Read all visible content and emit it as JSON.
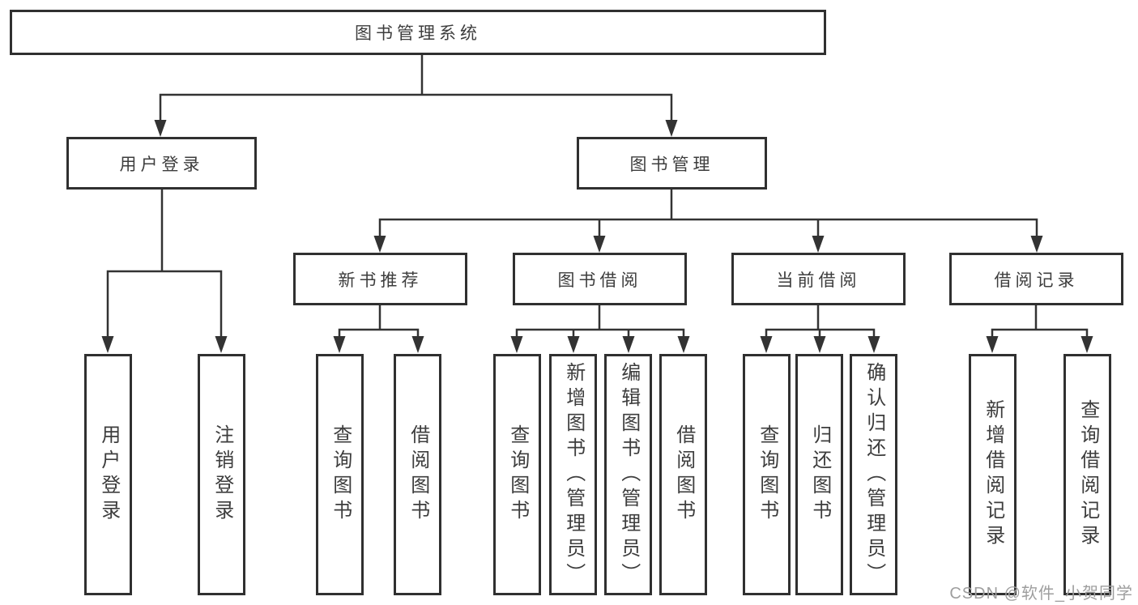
{
  "diagram": {
    "root": {
      "label": "图书管理系统"
    },
    "level1": [
      {
        "label": "用户登录"
      },
      {
        "label": "图书管理"
      }
    ],
    "level2": [
      {
        "label": "新书推荐",
        "parent": "图书管理"
      },
      {
        "label": "图书借阅",
        "parent": "图书管理"
      },
      {
        "label": "当前借阅",
        "parent": "图书管理"
      },
      {
        "label": "借阅记录",
        "parent": "图书管理"
      }
    ],
    "leaves": [
      {
        "label": "用户登录",
        "parent": "用户登录"
      },
      {
        "label": "注销登录",
        "parent": "用户登录"
      },
      {
        "label": "查询图书",
        "parent": "新书推荐"
      },
      {
        "label": "借阅图书",
        "parent": "新书推荐"
      },
      {
        "label": "查询图书",
        "parent": "图书借阅"
      },
      {
        "label": "新增图书（管理员）",
        "parent": "图书借阅"
      },
      {
        "label": "编辑图书（管理员）",
        "parent": "图书借阅"
      },
      {
        "label": "借阅图书",
        "parent": "图书借阅"
      },
      {
        "label": "查询图书",
        "parent": "当前借阅"
      },
      {
        "label": "归还图书",
        "parent": "当前借阅"
      },
      {
        "label": "确认归还（管理员）",
        "parent": "当前借阅"
      },
      {
        "label": "新增借阅记录",
        "parent": "借阅记录"
      },
      {
        "label": "查询借阅记录",
        "parent": "借阅记录"
      }
    ]
  },
  "watermark": {
    "text": "CSDN @软件_小贺同学"
  },
  "colors": {
    "line": "#333333",
    "text": "#3d3d3d",
    "watermark": "#9e9e9e",
    "background": "#ffffff"
  }
}
